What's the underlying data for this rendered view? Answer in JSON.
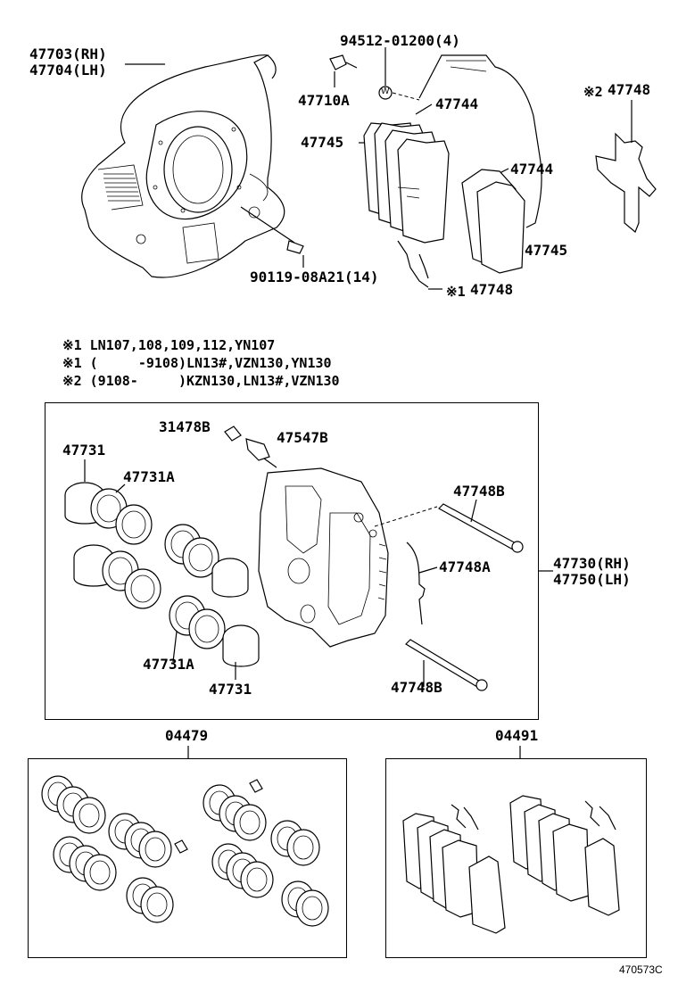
{
  "top_labels": {
    "dust_cover_rh": "47703(RH)",
    "dust_cover_lh": "47704(LH)",
    "washer_code": "94512-01200(4)",
    "bolt_a": "47710A",
    "pad_upper": "47744",
    "shim_upper": "47745",
    "clip_right": "47748",
    "clip_right_mark": "※2",
    "pad_lower": "47744",
    "shim_lower": "47745",
    "clip_lower": "47748",
    "clip_lower_mark": "※1",
    "bolt_code": "90119-08A21(14)",
    "washer_mark": "W"
  },
  "notes": [
    "※1 LN107,108,109,112,YN107",
    "※1 (     -9108)LN13#,VZN130,YN130",
    "※2 (9108-     )KZN130,LN13#,VZN130"
  ],
  "caliper_box": {
    "cap": "31478B",
    "bleeder": "47547B",
    "piston_upper": "47731",
    "seal_upper": "47731A",
    "pin_upper": "47748B",
    "spring": "47748A",
    "caliper_rh": "47730(RH)",
    "caliper_lh": "47750(LH)",
    "seal_lower": "47731A",
    "piston_lower": "47731",
    "pin_lower": "47748B"
  },
  "kits": {
    "seal_kit": "04479",
    "pad_kit": "04491"
  },
  "diagram_code": "470573C"
}
